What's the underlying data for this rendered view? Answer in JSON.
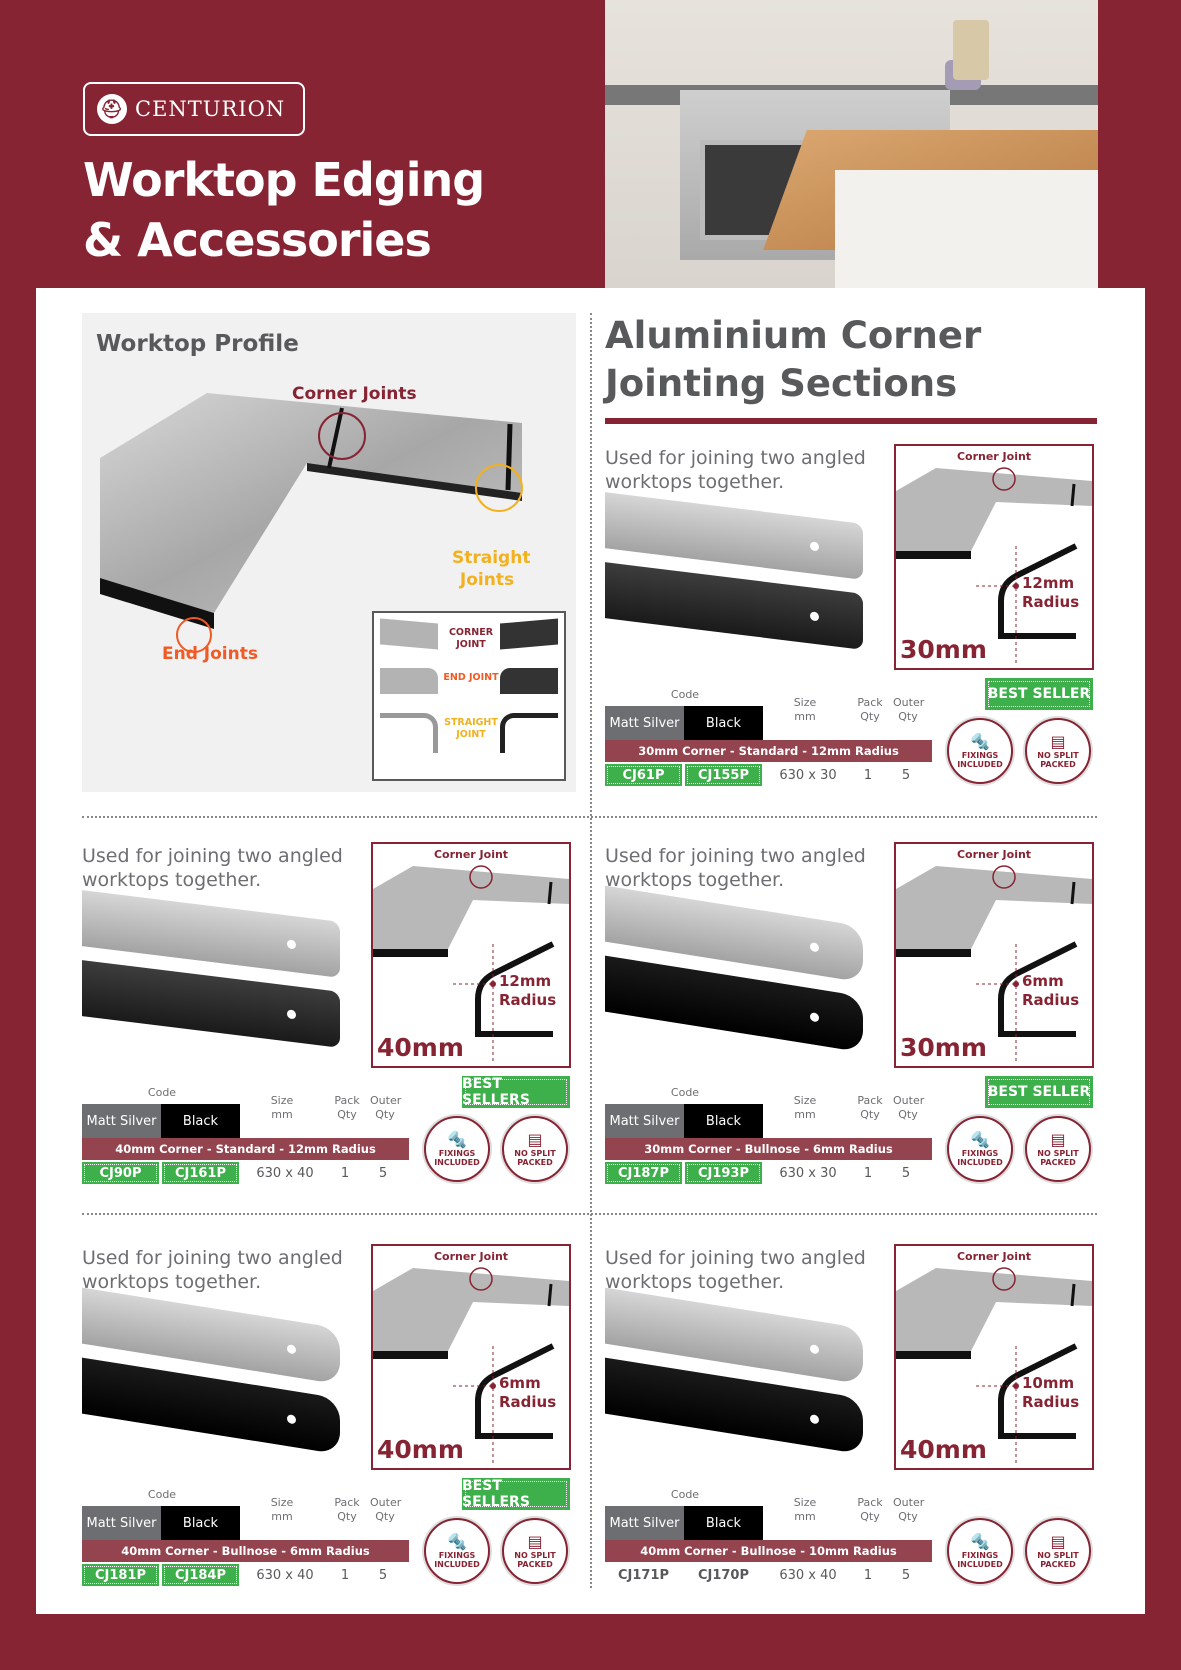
{
  "brand": "CENTURION",
  "header": {
    "title_line1": "Worktop Edging",
    "title_line2": "& Accessories"
  },
  "profile": {
    "title": "Worktop Profile",
    "corner": "Corner Joints",
    "straight": "Straight Joints",
    "end": "End Joints",
    "legend": {
      "corner": "CORNER JOINT",
      "end": "END JOINT",
      "straight": "STRAIGHT JOINT"
    }
  },
  "section": {
    "title_line1": "Aluminium Corner",
    "title_line2": "Jointing Sections"
  },
  "colors": {
    "brand": "#872433",
    "green": "#3db04b"
  },
  "table_headers": {
    "code": "Code",
    "size": "Size mm",
    "pack": "Pack Qty",
    "outer": "Outer Qty",
    "matt_silver": "Matt Silver",
    "black": "Black"
  },
  "badges": {
    "fixings": "FIXINGS INCLUDED",
    "nosplit": "NO SPLIT PACKED"
  },
  "products": [
    {
      "desc": "Used for joining two angled worktops together.",
      "joint_label": "Corner Joint",
      "size_label": "30mm",
      "radius": "12mm Radius",
      "best": "BEST SELLER",
      "name": "30mm Corner - Standard - 12mm Radius",
      "silver_code": "CJ61P",
      "black_code": "CJ155P",
      "size": "630 x 30",
      "pack": "1",
      "outer": "5"
    },
    {
      "desc": "Used for joining two angled worktops together.",
      "joint_label": "Corner Joint",
      "size_label": "40mm",
      "radius": "12mm Radius",
      "best": "BEST SELLERS",
      "name": "40mm Corner - Standard - 12mm Radius",
      "silver_code": "CJ90P",
      "black_code": "CJ161P",
      "size": "630 x 40",
      "pack": "1",
      "outer": "5"
    },
    {
      "desc": "Used for joining two angled worktops together.",
      "joint_label": "Corner Joint",
      "size_label": "30mm",
      "radius": "6mm Radius",
      "best": "BEST SELLER",
      "name": "30mm Corner - Bullnose - 6mm Radius",
      "silver_code": "CJ187P",
      "black_code": "CJ193P",
      "size": "630 x 30",
      "pack": "1",
      "outer": "5"
    },
    {
      "desc": "Used for joining two angled worktops together.",
      "joint_label": "Corner Joint",
      "size_label": "40mm",
      "radius": "6mm Radius",
      "best": "BEST SELLERS",
      "name": "40mm Corner - Bullnose - 6mm Radius",
      "silver_code": "CJ181P",
      "black_code": "CJ184P",
      "size": "630 x 40",
      "pack": "1",
      "outer": "5"
    },
    {
      "desc": "Used for joining two angled worktops together.",
      "joint_label": "Corner Joint",
      "size_label": "40mm",
      "radius": "10mm Radius",
      "best": null,
      "name": "40mm Corner - Bullnose - 10mm Radius",
      "silver_code": "CJ171P",
      "black_code": "CJ170P",
      "size": "630 x 40",
      "pack": "1",
      "outer": "5"
    }
  ]
}
